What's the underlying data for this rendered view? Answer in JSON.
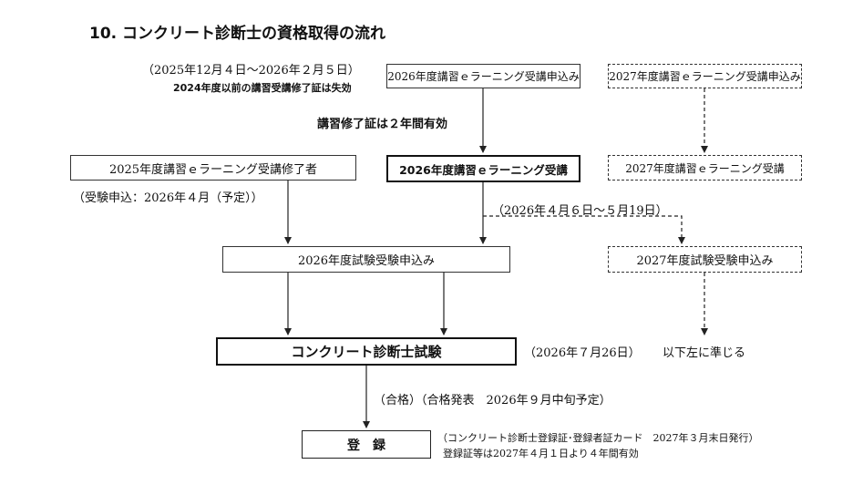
{
  "title": "10.  コンクリート診断士の資格取得の流れ",
  "top_left_note_line1": "（2025年12月４日～2026年２月５日）",
  "top_left_note_line2": "2024年度以前の講習受講修了証は失効",
  "box_apply_2026": "2026年度講習ｅラーニング受講申込み",
  "box_apply_2027": "2027年度講習ｅラーニング受講申込み",
  "note_certificate_validity": "講習修了証は２年間有効",
  "box_completed_2025": "2025年度講習ｅラーニング受講修了者",
  "note_exam_application_date": "（受験申込：2026年４月（予定））",
  "box_attend_2026": "2026年度講習ｅラーニング受講",
  "box_attend_2027": "2027年度講習ｅラーニング受講",
  "note_exam_period": "（2026年４月６日～５月19日）",
  "box_exam_apply_2026": "2026年度試験受験申込み",
  "box_exam_apply_2027": "2027年度試験受験申込み",
  "box_exam": "コンクリート診断士試験",
  "note_exam_date": "（2026年７月26日）",
  "note_following": "以下左に準じる",
  "note_pass": "（合格）（合格発表　2026年９月中旬予定）",
  "box_register": "登　録",
  "note_register_line1": "（コンクリート診断士登録証･登録者証カード　2027年３月末日発行）",
  "note_register_line2": "登録証等は2027年４月１日より４年間有効"
}
